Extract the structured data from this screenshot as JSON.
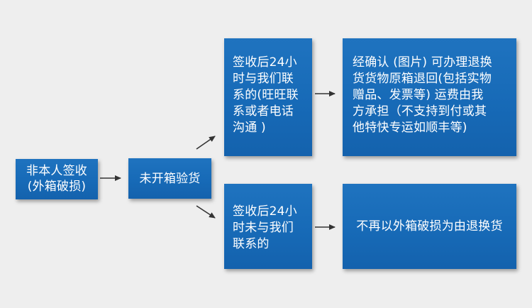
{
  "diagram": {
    "nodes": {
      "start": "非本人签收\n(外箱破损)",
      "unopened": "未开箱验货",
      "contact_within": "签收后24小\n时与我们联\n系的(旺旺联\n系或者电话\n沟通 )",
      "not_contact": "签收后24小\n时未与我们\n联系的",
      "return_ok": "经确认 (图片) 可办理退换\n货货物原箱退回(包括实物\n赠品、发票等) 运费由我\n方承担（不支持到付或其\n他特快专运如顺丰等)",
      "return_denied": "不再以外箱破损为由退换货"
    },
    "colors": {
      "background": "#eeeeee",
      "box": "#1a6cb8",
      "text": "#ffffff",
      "arrow": "#333333"
    }
  }
}
